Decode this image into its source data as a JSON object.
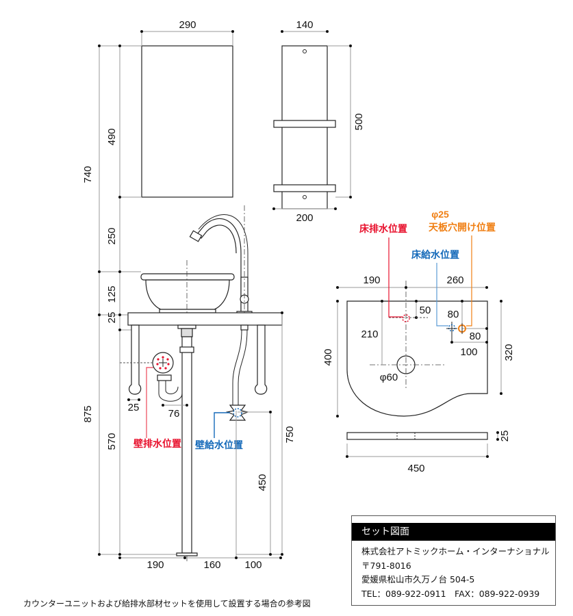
{
  "front_view": {
    "dims": {
      "mirror_width": "290",
      "shelf_width_top": "140",
      "shelf_height": "500",
      "shelf_width_bottom": "200",
      "total_upper": "740",
      "mirror_height": "490",
      "faucet_gap": "250",
      "bowl_height": "125",
      "counter_thickness": "25",
      "leg_to_floor": "570",
      "counter_height": "875",
      "leg_width": "25",
      "trap_offset": "76",
      "supply_height": "750",
      "valve_height": "450",
      "bottom_left": "190",
      "bottom_mid": "160",
      "bottom_right": "100"
    },
    "labels": {
      "wall_drain": "壁排水位置",
      "wall_supply": "壁給水位置"
    }
  },
  "plan_view": {
    "dims": {
      "left": "190",
      "right": "260",
      "depth": "400",
      "depth_right": "320",
      "drain_depth": "210",
      "drain_offset": "50",
      "hole_offset_x": "80",
      "hole_offset_y": "80",
      "supply_offset": "100",
      "bowl_hole": "φ60",
      "thickness": "25",
      "width": "450"
    },
    "labels": {
      "floor_drain": "床排水位置",
      "floor_supply": "床給水位置",
      "hole_diameter": "φ25",
      "hole_position": "天板穴開け位置"
    }
  },
  "info_box": {
    "title": "セット図面",
    "company": "株式会社アトミックホーム・インターナショナル",
    "postal": "〒791-8016",
    "address": "愛媛県松山市久万ノ台 504-5",
    "contact": "TEL：089-922-0911　FAX：089-922-0939"
  },
  "caption": "カウンターユニットおよび給排水部材セットを使用して設置する場合の参考図",
  "colors": {
    "drain": "#e8112d",
    "supply": "#1469b9",
    "hole": "#f07f13"
  }
}
